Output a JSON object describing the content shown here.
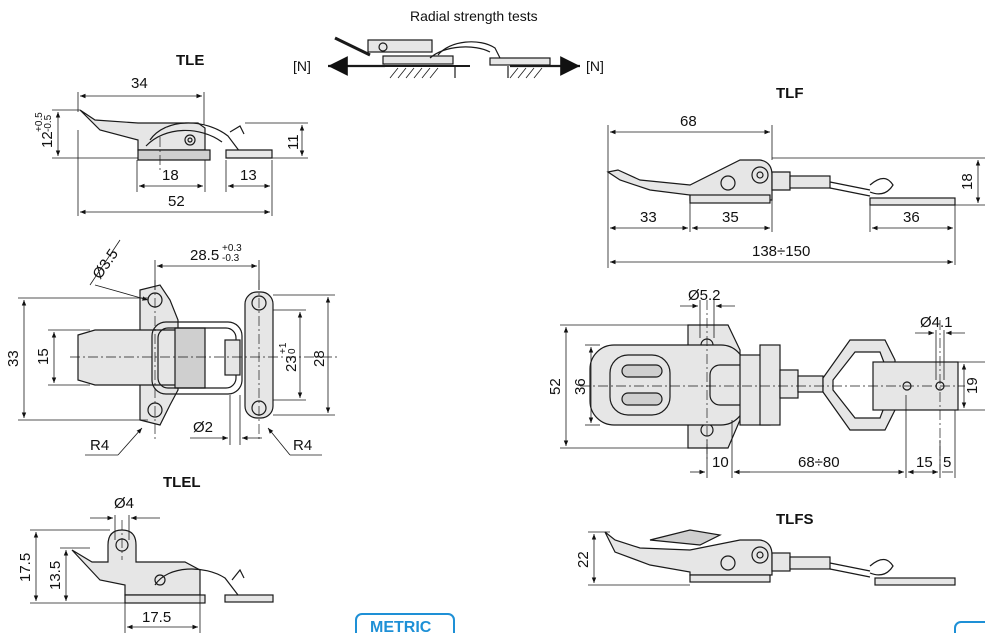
{
  "caption": "Radial strength tests",
  "force_label": "[N]",
  "views": {
    "tle": "TLE",
    "tlf": "TLF",
    "tlel": "TLEL",
    "tlfs": "TLFS"
  },
  "dims": {
    "tle_34": "34",
    "tle_12": "12",
    "tle_12_tol_up": "+0.5",
    "tle_12_tol_dn": "-0.5",
    "tle_11": "11",
    "tle_18": "18",
    "tle_13": "13",
    "tle_52": "52",
    "top_d35": "Ø3.5",
    "top_285": "28.5",
    "top_285_tol_up": "+0.3",
    "top_285_tol_dn": "-0.3",
    "top_33": "33",
    "top_15": "15",
    "top_23": "23",
    "top_23_tol_up": "+1",
    "top_23_tol_dn": "0",
    "top_28": "28",
    "top_r4_left": "R4",
    "top_d2": "Ø2",
    "top_r4_right": "R4",
    "tlel_d4": "Ø4",
    "tlel_175": "17.5",
    "tlel_135": "13.5",
    "tlel_175_bottom": "17.5",
    "tlf_68": "68",
    "tlf_18": "18",
    "tlf_33": "33",
    "tlf_35": "35",
    "tlf_36": "36",
    "tlf_138": "138÷150",
    "tlf_d52": "Ø5.2",
    "tlf_d41": "Ø4.1",
    "tlf_52": "52",
    "tlf_36v": "36",
    "tlf_19": "19",
    "tlf_10": "10",
    "tlf_6880": "68÷80",
    "tlf_15": "15",
    "tlf_5": "5",
    "tlfs_22": "22"
  },
  "badge": "METRIC"
}
